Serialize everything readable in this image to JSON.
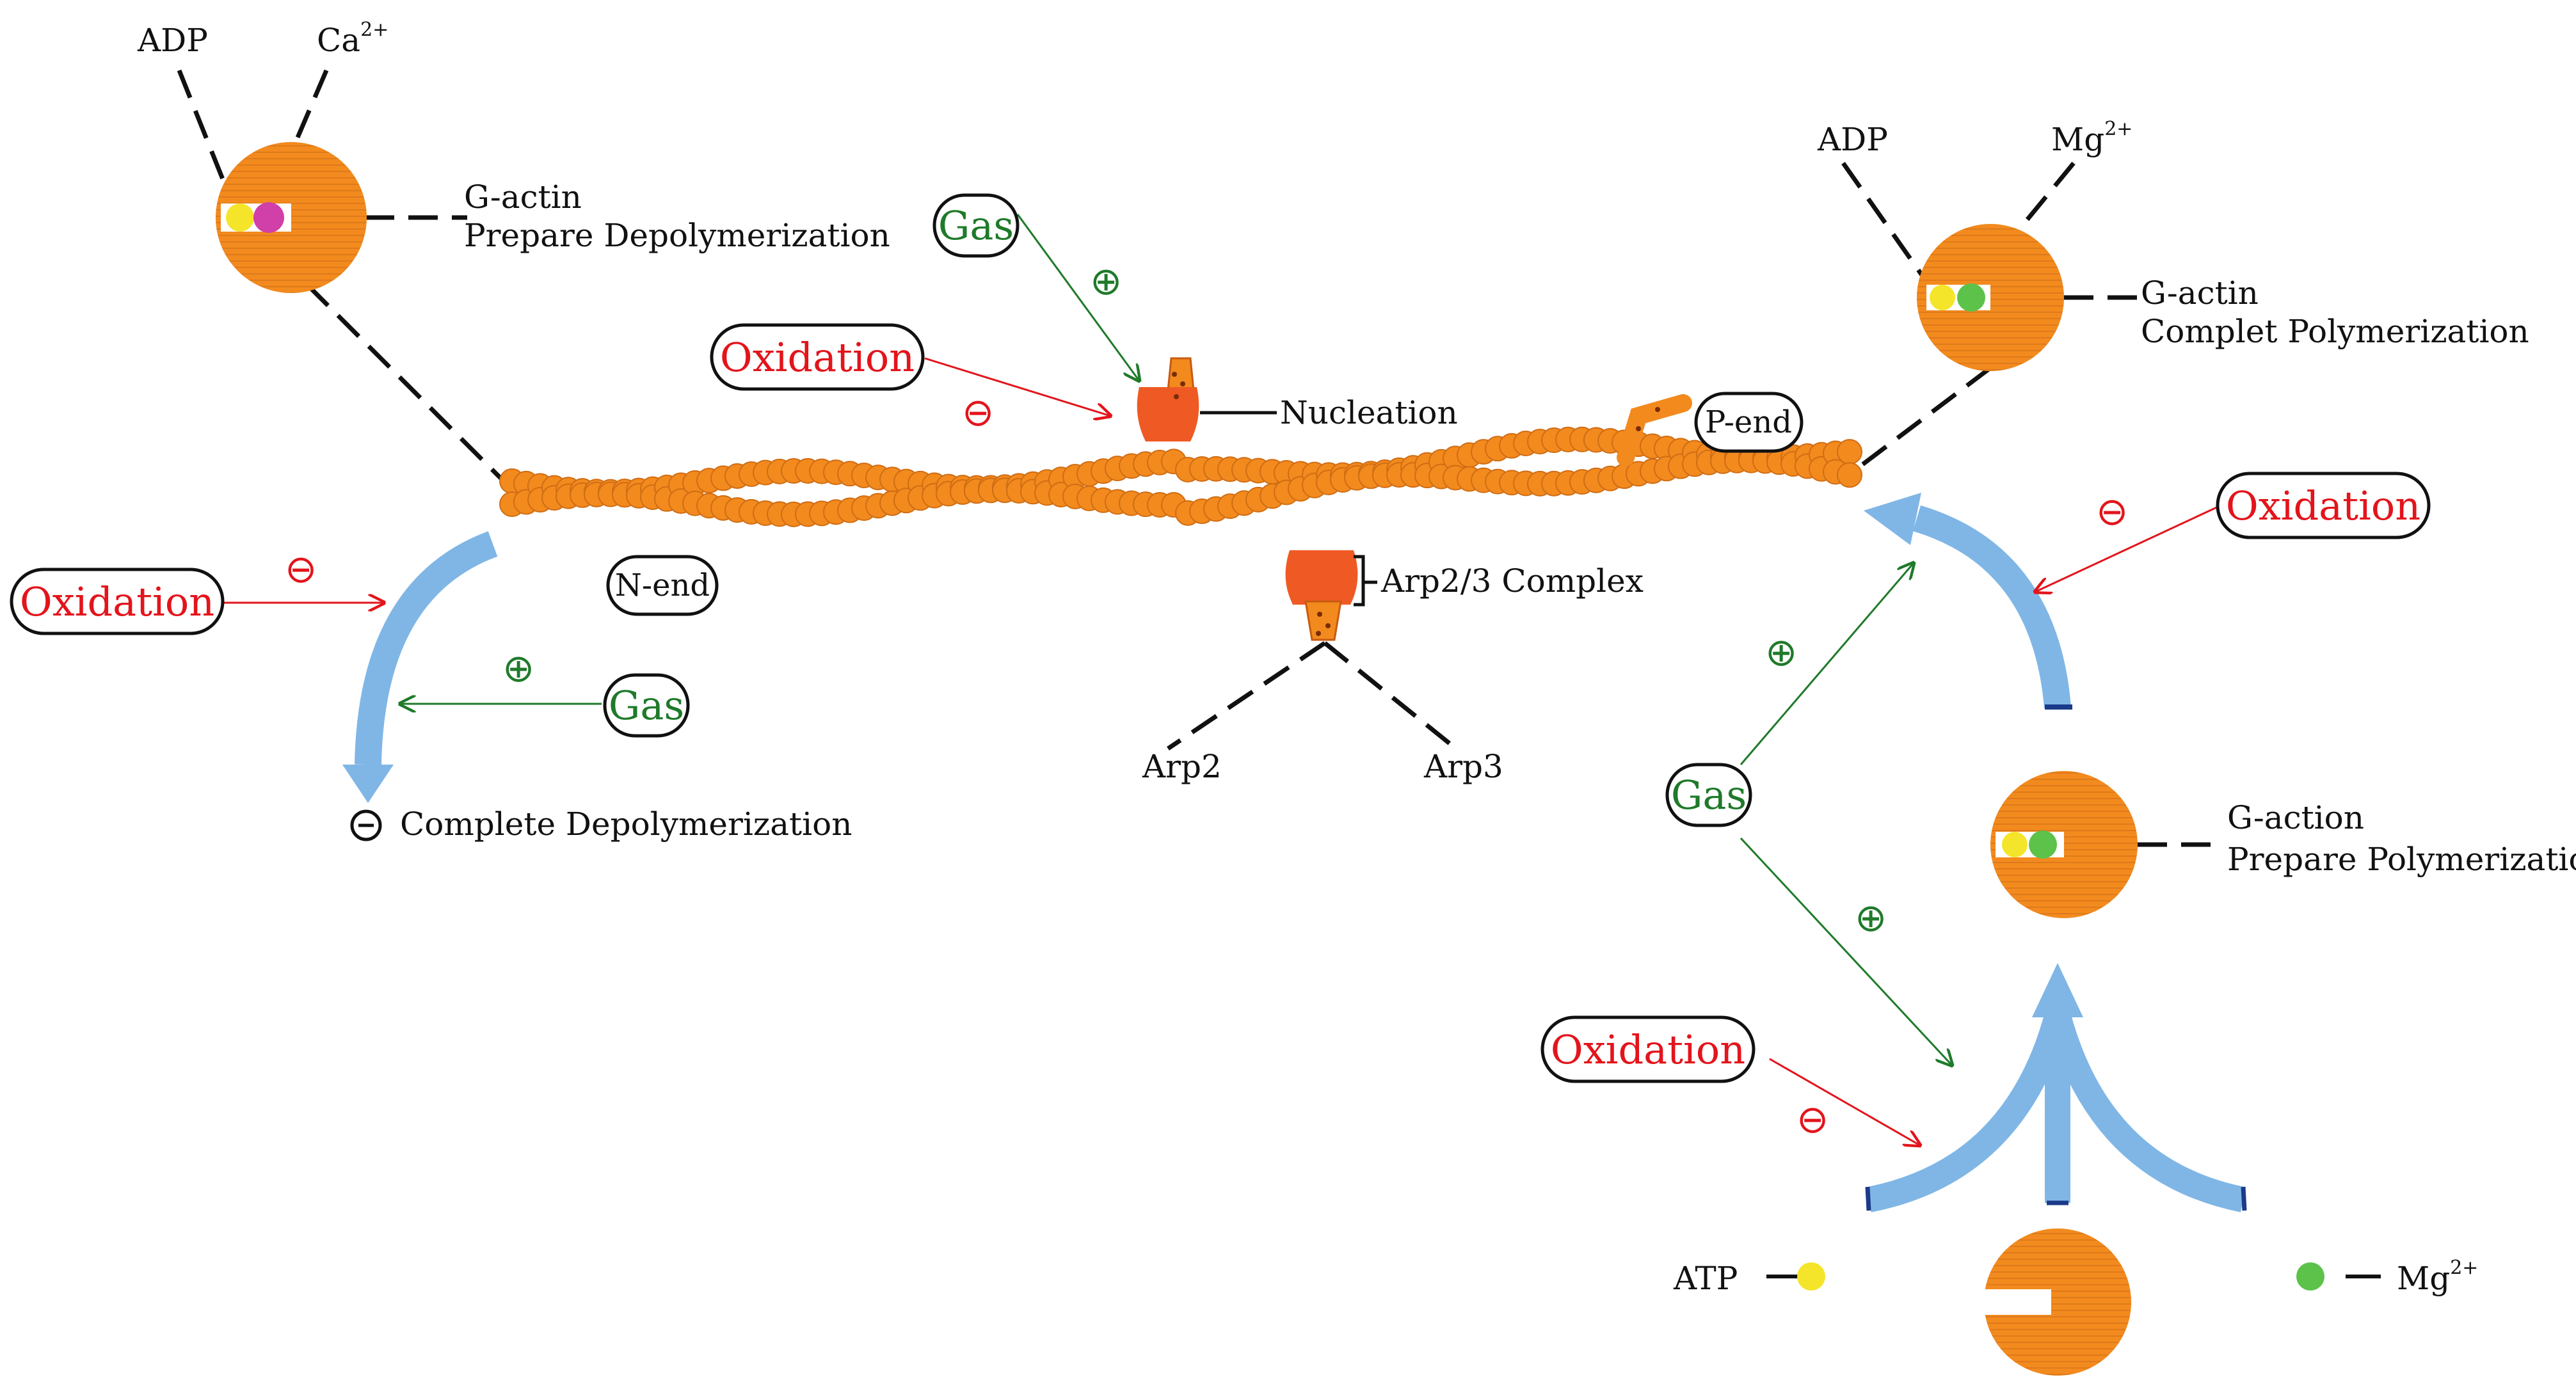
{
  "labels": {
    "adp_top_left": "ADP",
    "ca_top_left": "Ca",
    "ca_sup": "2+",
    "gactin_depoly_line1": "G-actin",
    "gactin_depoly_line2": "Prepare Depolymerization",
    "adp_top_right": "ADP",
    "mg_top_right": "Mg",
    "mg_sup": "2+",
    "gactin_poly_line1": "G-actin",
    "gactin_poly_line2": "Complet Polymerization",
    "nucleation": "Nucleation",
    "p_end": "P-end",
    "n_end": "N-end",
    "arp23": "Arp2/3 Complex",
    "arp2": "Arp2",
    "arp3": "Arp3",
    "complete_depoly": "Complete Depolymerization",
    "gaction_line1": "G-action",
    "gaction_line2": "Prepare Polymerization",
    "atp": "ATP",
    "mg_bottom": "Mg",
    "mg_bottom_sup": "2+"
  },
  "regulators": {
    "oxidation": "Oxidation",
    "gas": "Gas",
    "plus": "⊕",
    "minus": "⊖"
  },
  "colors": {
    "actin": "#f28a1e",
    "arp": "#ef5a24",
    "arrow_blue": "#7fb6e6",
    "oxidation_red": "#e3141b",
    "gas_green": "#1f7a2a",
    "atp_yellow": "#f5e52a",
    "mg_green": "#5cc24a",
    "ca_magenta": "#d13fa8"
  }
}
